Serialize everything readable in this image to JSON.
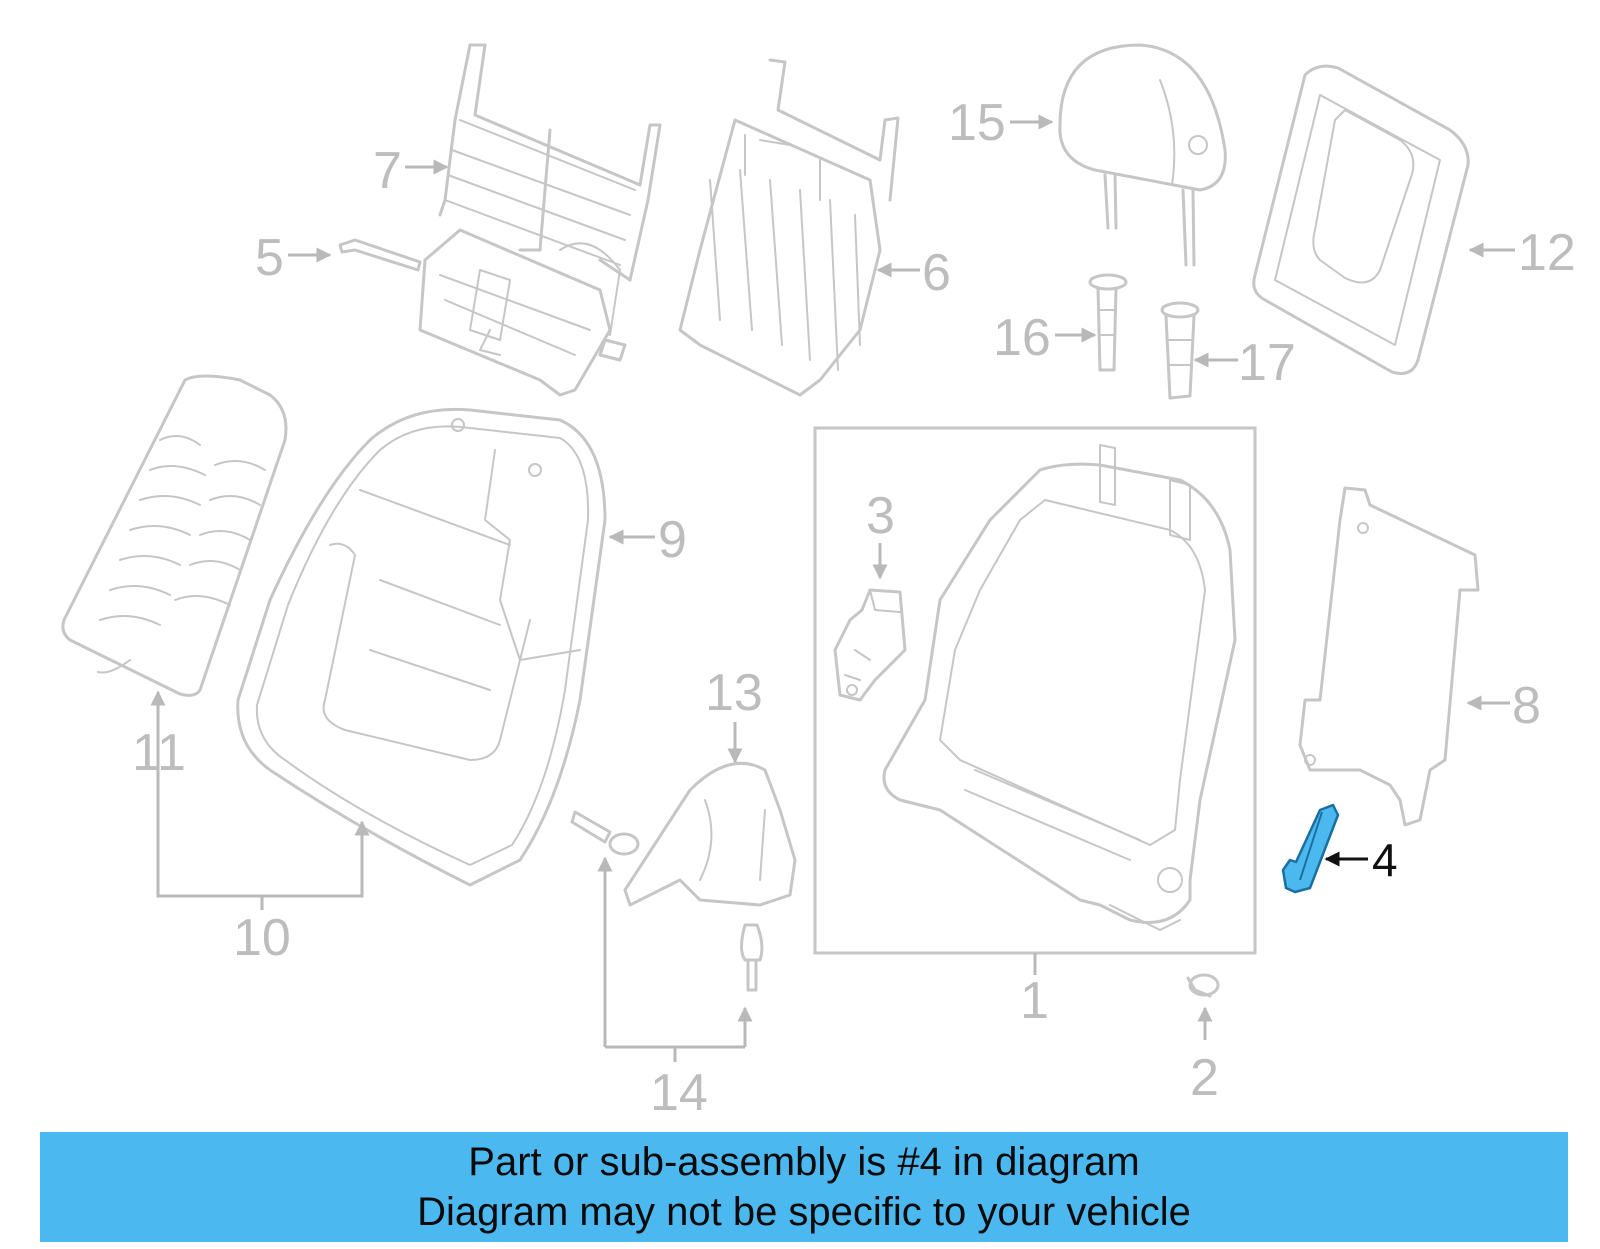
{
  "diagram": {
    "callouts": {
      "c1": "1",
      "c2": "2",
      "c3": "3",
      "c4": "4",
      "c5": "5",
      "c6": "6",
      "c7": "7",
      "c8": "8",
      "c9": "9",
      "c10": "10",
      "c11": "11",
      "c12": "12",
      "c13": "13",
      "c14": "14",
      "c15": "15",
      "c16": "16",
      "c17": "17"
    },
    "highlighted_part": "4",
    "colors": {
      "highlight": "#4bb8f0",
      "parts": "#c6c6c6",
      "banner": "#4bb8f0"
    }
  },
  "banner": {
    "line1": "Part or sub-assembly is #4 in diagram",
    "line2": "Diagram may not be specific to your vehicle"
  }
}
